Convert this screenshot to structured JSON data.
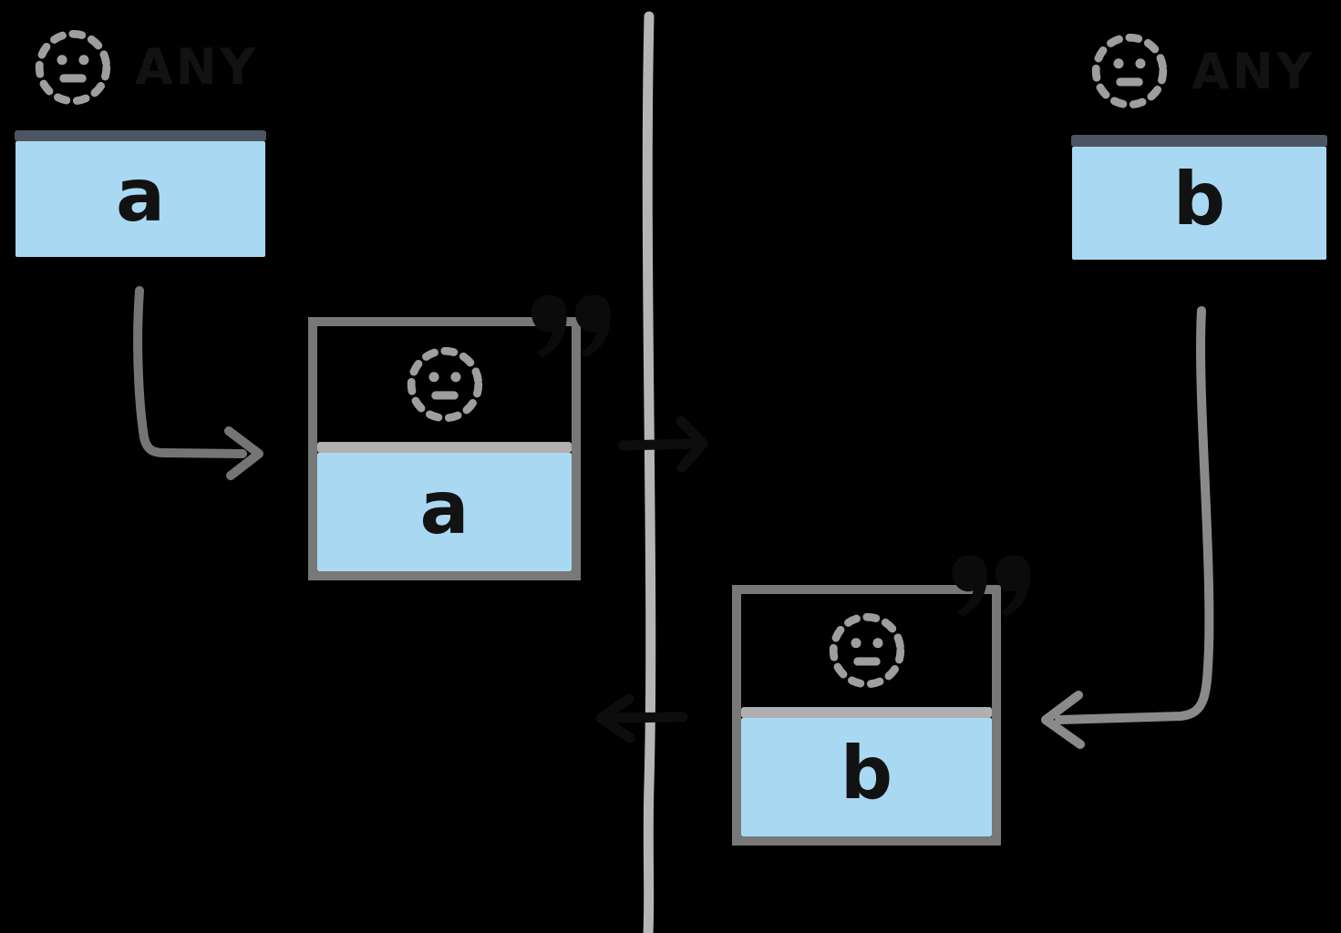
{
  "diagram": {
    "title": "pattern-to-instance matching diagram",
    "colors": {
      "background": "#000000",
      "card_fill_blue": "#a9d9f2",
      "any_card_border": "#000000",
      "any_separator": "#4e5562",
      "instance_border": "#787878",
      "instance_separator": "#b0b0b0",
      "divider_line": "#b5b5b5",
      "arrow_gray": "#7a7a7a",
      "ink_black": "#0d0d0d",
      "face_gray": "#9e9e9e"
    },
    "cards": {
      "any_a": {
        "header_label": "ANY",
        "icon": "dashed-face",
        "value": "a"
      },
      "any_b": {
        "header_label": "ANY",
        "icon": "dashed-face",
        "value": "b"
      },
      "instance_a": {
        "icon": "dashed-face",
        "quote_mark": "”",
        "value": "a"
      },
      "instance_b": {
        "icon": "dashed-face",
        "quote_mark": "”",
        "value": "b"
      }
    },
    "divider": {
      "orientation": "vertical",
      "style": "light-gray hand-drawn line"
    },
    "arrows": [
      {
        "id": "any-a-to-instance-a",
        "color": "gray",
        "shape": "elbow-down-then-right"
      },
      {
        "id": "instance-a-across-divider",
        "color": "black",
        "shape": "right"
      },
      {
        "id": "across-divider-left",
        "color": "black",
        "shape": "left"
      },
      {
        "id": "any-b-to-instance-b",
        "color": "gray",
        "shape": "elbow-down-then-left"
      }
    ]
  }
}
